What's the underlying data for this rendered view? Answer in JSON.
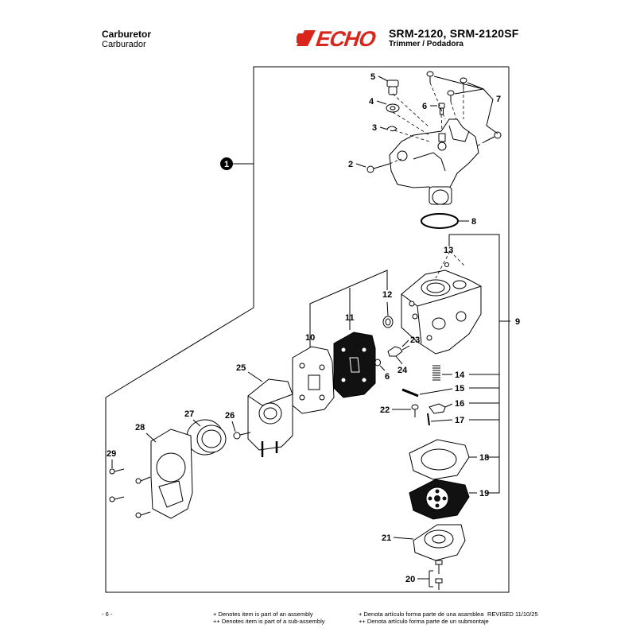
{
  "header": {
    "title": "Carburetor",
    "subtitle": "Carburador",
    "brand": "ECHO",
    "model": "SRM-2120, SRM-2120SF",
    "model_subtitle": "Trimmer / Podadora"
  },
  "callouts": [
    "1",
    "2",
    "3",
    "4",
    "5",
    "6",
    "7",
    "8",
    "9",
    "10",
    "11",
    "12",
    "13",
    "14",
    "15",
    "16",
    "17",
    "18",
    "19",
    "20",
    "21",
    "22",
    "23",
    "24",
    "25",
    "26",
    "27",
    "28",
    "29",
    "6"
  ],
  "footer": {
    "page": "- 6 -",
    "note_en_1": "+ Denotes item is part of an assembly",
    "note_en_2": "++ Denotes item is part of a sub-assembly",
    "note_es_1": "+ Denota artículo forma parte de una asamblea",
    "note_es_2": "++ Denota artículo forma parte de un submontaje",
    "revised": "REVISED 11/10/25"
  },
  "colors": {
    "brand_red": "#d9261c",
    "ink": "#000000",
    "diaphragm": "#111111"
  }
}
